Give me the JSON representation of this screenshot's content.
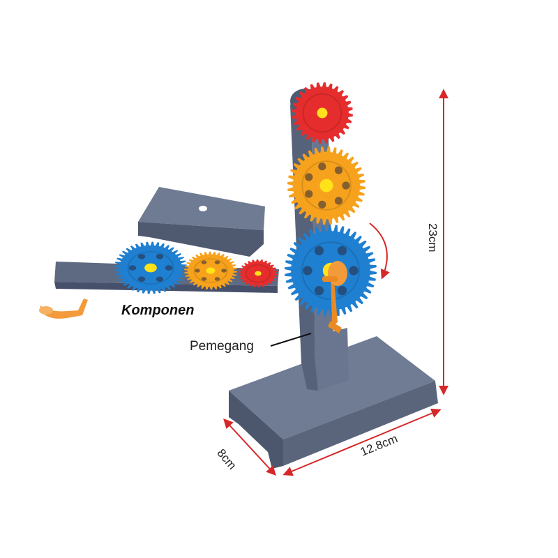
{
  "labels": {
    "components": "Komponen",
    "holder": "Pemegang"
  },
  "dimensions": {
    "height": "23cm",
    "width": "12.8cm",
    "depth": "8cm"
  },
  "colors": {
    "base_gray": "#5d6a82",
    "gear_red": "#e52d2d",
    "gear_orange": "#f7a21c",
    "gear_blue": "#1f7fd0",
    "hub_yellow": "#ffe21a",
    "crank_orange": "#f39a3a",
    "dimension_line": "#d62828"
  }
}
